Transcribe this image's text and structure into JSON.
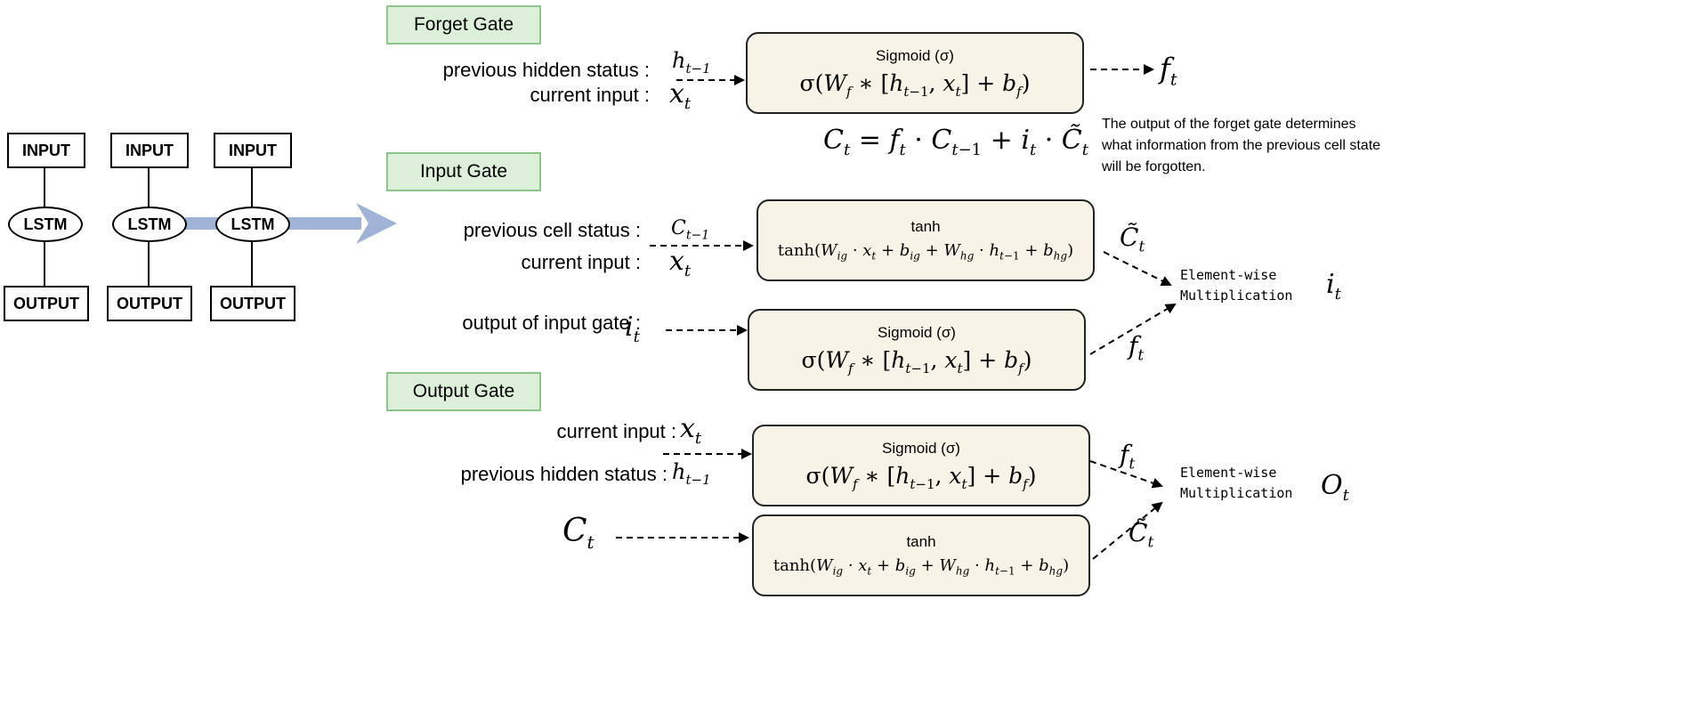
{
  "chain": {
    "input_label": "INPUT",
    "lstm_label": "LSTM",
    "output_label": "OUTPUT"
  },
  "forget_gate": {
    "title": "Forget Gate",
    "prev_hidden_label": "previous hidden status :",
    "current_input_label": "current input :",
    "h_prev": "h",
    "h_prev_sub": "t−1",
    "x_cur": "x",
    "x_cur_sub": "t",
    "box_title": "Sigmoid (σ)",
    "box_formula": "σ(W_f ∗ [h_{t−1}, x_t] + b_f)",
    "output_symbol": "f",
    "output_sub": "t",
    "cell_update": "C_t = f_t · C_{t−1} + i_t · C̃_t",
    "note": "The output of the forget gate determines what information from the previous cell state will be forgotten."
  },
  "input_gate": {
    "title": "Input Gate",
    "prev_cell_label": "previous cell status :",
    "current_input_label": "current input :",
    "c_prev": "C",
    "c_prev_sub": "t−1",
    "x_cur": "x",
    "x_cur_sub": "t",
    "tanh_title": "tanh",
    "tanh_formula": "tanh(W_ig · x_t + b_ig + W_hg · h_{t−1} + b_hg)",
    "output_input_label": "output of input gate :",
    "i_sym": "i",
    "i_sub": "t",
    "sigmoid_title": "Sigmoid (σ)",
    "sigmoid_formula": "σ(W_f ∗ [h_{t−1}, x_t] + b_f)",
    "c_tilde": "C̃",
    "c_tilde_sub": "t",
    "f_sym": "f",
    "f_sub": "t",
    "mult_line1": "Element-wise",
    "mult_line2": "Multiplication",
    "result_sym": "i",
    "result_sub": "t"
  },
  "output_gate": {
    "title": "Output Gate",
    "current_input_label": "current input :",
    "prev_hidden_label": "previous hidden status :",
    "x_cur": "x",
    "x_cur_sub": "t",
    "h_prev": "h",
    "h_prev_sub": "t−1",
    "sigmoid_title": "Sigmoid (σ)",
    "sigmoid_formula": "σ(W_f ∗ [h_{t−1}, x_t] + b_f)",
    "c_sym": "C",
    "c_sub": "t",
    "tanh_title": "tanh",
    "tanh_formula": "tanh(W_ig · x_t + b_ig + W_hg · h_{t−1} + b_hg)",
    "f_sym": "f",
    "f_sub": "t",
    "c_tilde": "C̃",
    "c_tilde_sub": "t",
    "mult_line1": "Element-wise",
    "mult_line2": "Multiplication",
    "result_sym": "O",
    "result_sub": "t"
  },
  "colors": {
    "gate_label_fill": "#dcefd9",
    "gate_label_border": "#8cc58a",
    "formula_box_fill": "#f7f3e6",
    "chain_arrow": "#9fb3d6"
  }
}
